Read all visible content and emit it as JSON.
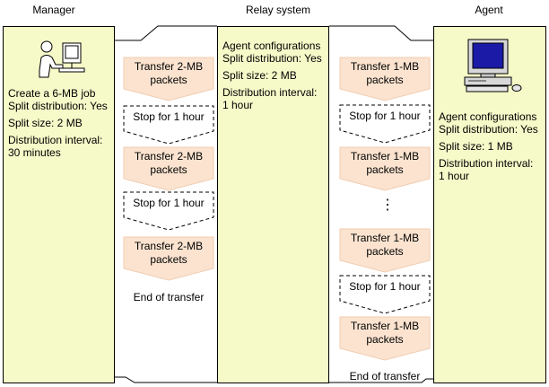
{
  "columns": {
    "manager": "Manager",
    "relay": "Relay system",
    "agent": "Agent"
  },
  "manager": {
    "icon": "user-at-computer-icon",
    "lines": [
      "Create a 6-MB job",
      "Split distribution: Yes",
      "",
      "Split size: 2 MB",
      "",
      "Distribution interval:",
      "30 minutes"
    ]
  },
  "relay": {
    "lines": [
      "Agent configurations",
      "Split distribution: Yes",
      "",
      "Split size: 2 MB",
      "",
      "Distribution interval:",
      "1 hour"
    ]
  },
  "agent": {
    "icon": "desktop-computer-icon",
    "lines": [
      "Agent configurations",
      "Split distribution: Yes",
      "",
      "Split size: 1 MB",
      "",
      "Distribution interval:",
      "1 hour"
    ]
  },
  "flow1": {
    "steps": [
      {
        "kind": "transfer",
        "line1": "Transfer 2-MB",
        "line2": "packets"
      },
      {
        "kind": "stop",
        "line1": "Stop for 1 hour"
      },
      {
        "kind": "transfer",
        "line1": "Transfer 2-MB",
        "line2": "packets"
      },
      {
        "kind": "stop",
        "line1": "Stop for 1 hour"
      },
      {
        "kind": "transfer",
        "line1": "Transfer 2-MB",
        "line2": "packets"
      }
    ],
    "end": "End of transfer"
  },
  "flow2": {
    "steps": [
      {
        "kind": "transfer",
        "line1": "Transfer 1-MB",
        "line2": "packets"
      },
      {
        "kind": "stop",
        "line1": "Stop for 1 hour"
      },
      {
        "kind": "transfer",
        "line1": "Transfer 1-MB",
        "line2": "packets"
      },
      {
        "kind": "transfer",
        "line1": "Transfer 1-MB",
        "line2": "packets"
      },
      {
        "kind": "stop",
        "line1": "Stop for 1 hour"
      },
      {
        "kind": "transfer",
        "line1": "Transfer 1-MB",
        "line2": "packets"
      }
    ],
    "ellipsis": "⋮",
    "end": "End of transfer"
  },
  "colors": {
    "panel": "#f6f9c8",
    "transfer_fill": "#fbe3cf"
  }
}
